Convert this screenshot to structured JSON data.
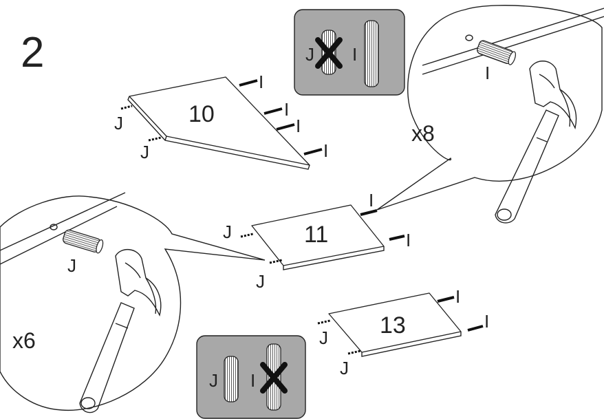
{
  "step": {
    "number": "2"
  },
  "callouts": {
    "right_multiplier": "x8",
    "left_multiplier": "x6",
    "right_dowel_label": "I",
    "left_dowel_label": "J"
  },
  "legend_boxes": {
    "top": {
      "left_label": "J",
      "right_label": "I",
      "crossed": "J"
    },
    "bottom": {
      "left_label": "J",
      "right_label": "I",
      "crossed": "I"
    }
  },
  "panels": {
    "p10": {
      "number": "10",
      "dowel_labels": [
        "I",
        "I",
        "I",
        "I",
        "J",
        "J"
      ]
    },
    "p11": {
      "number": "11",
      "dowel_labels": [
        "I",
        "I",
        "J",
        "J"
      ]
    },
    "p13": {
      "number": "13",
      "dowel_labels": [
        "I",
        "I",
        "J",
        "J"
      ]
    }
  },
  "colors": {
    "legend_background": "#a8a8a8",
    "ink": "#222222"
  },
  "icons": [
    "hammer-icon",
    "wooden-dowel-icon",
    "cross-mark-icon"
  ]
}
